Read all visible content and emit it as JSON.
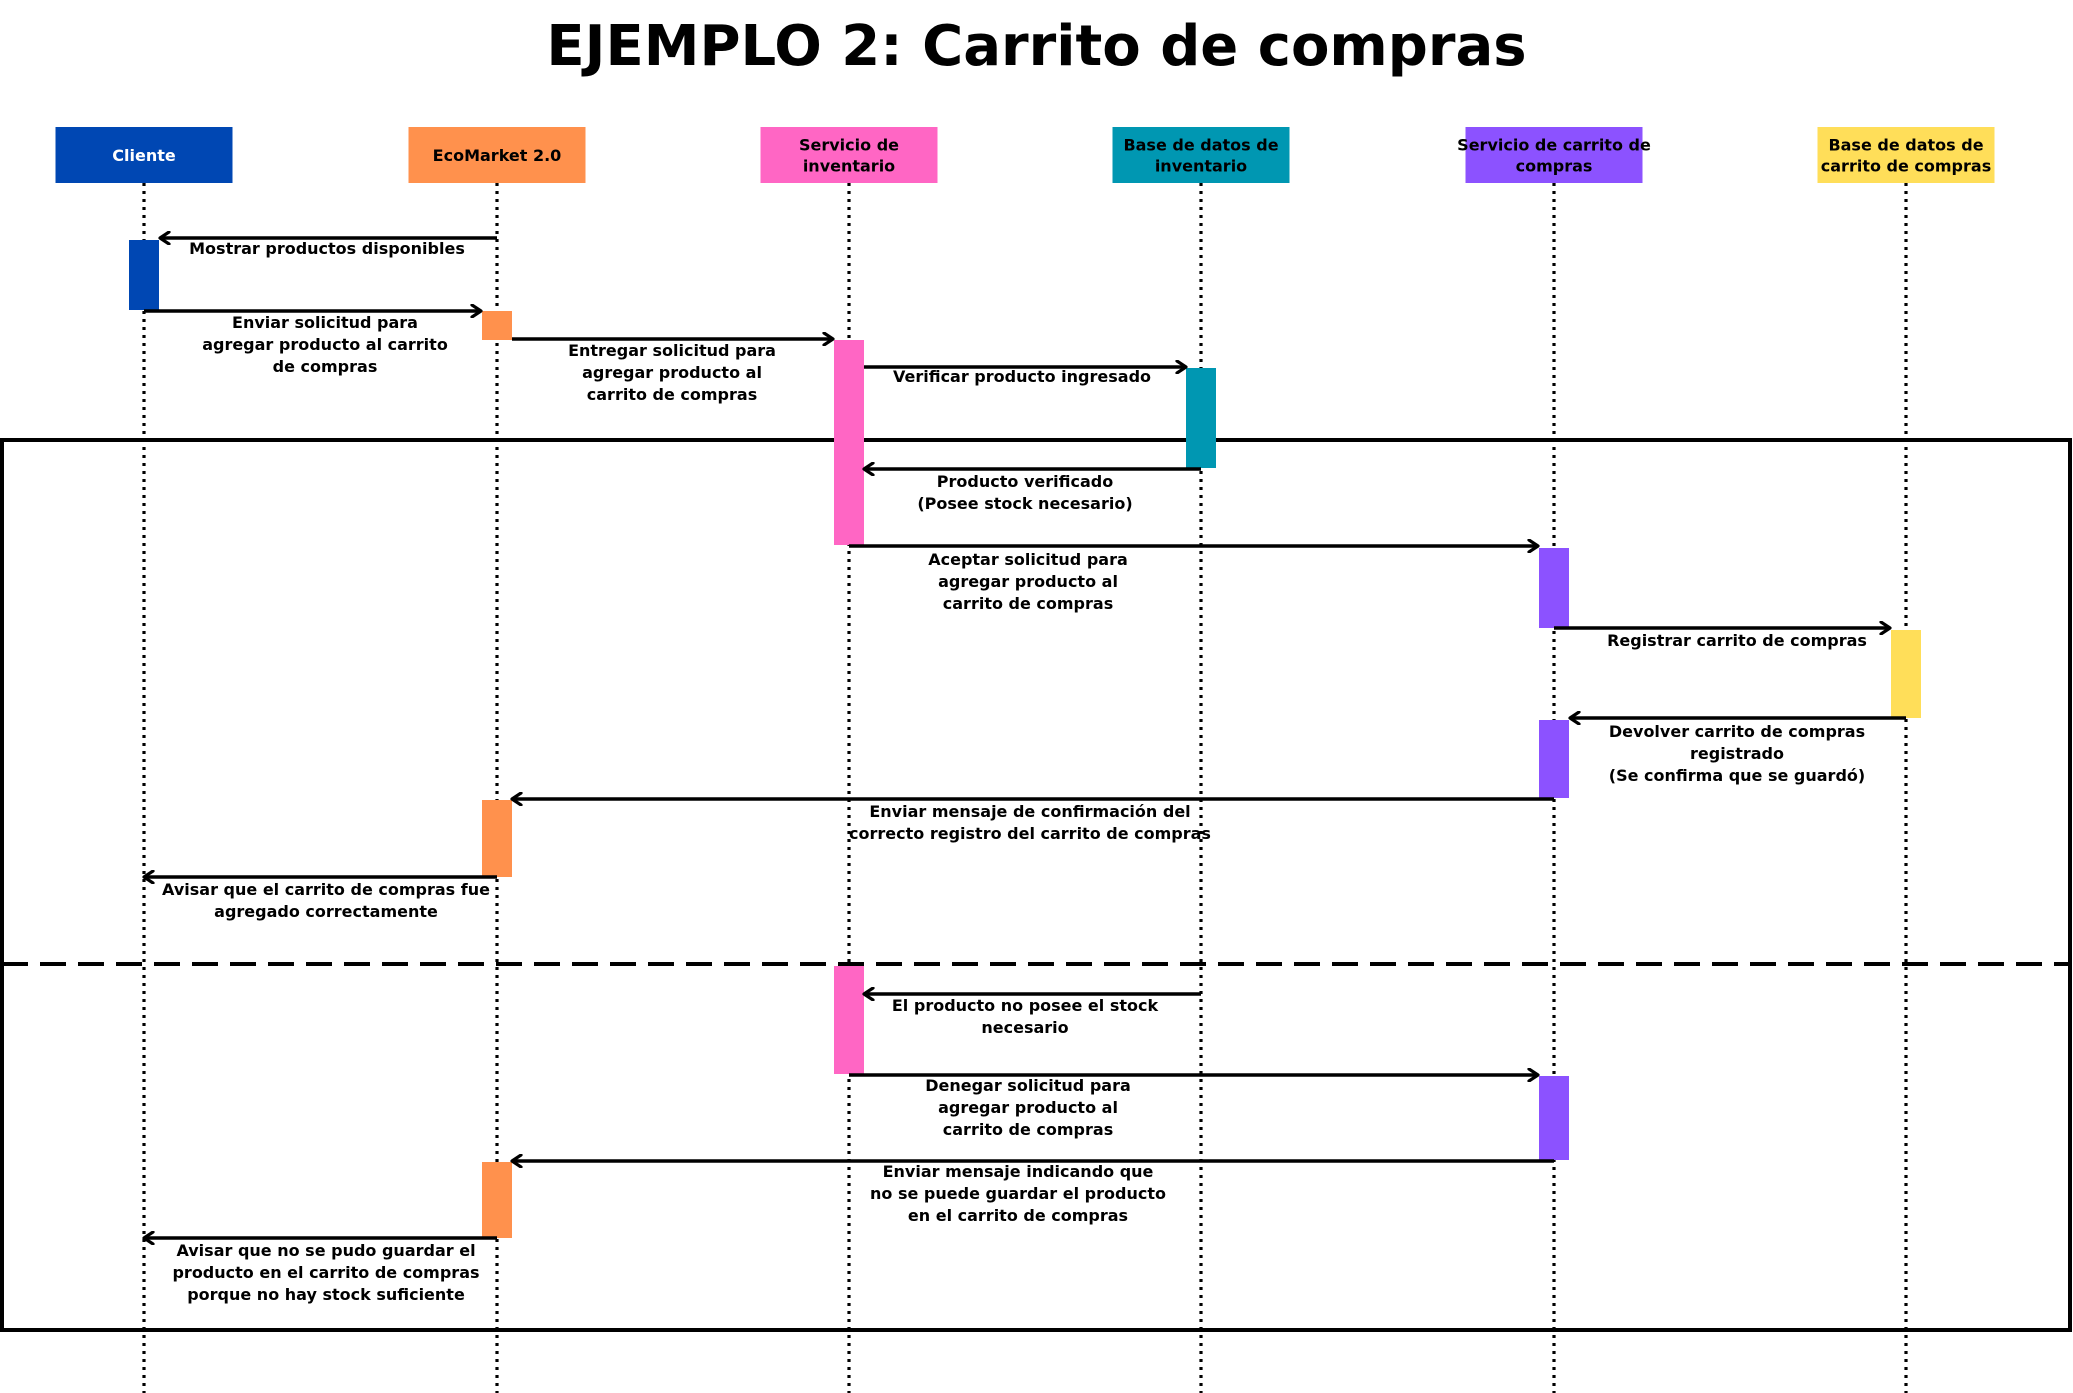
{
  "title": "EJEMPLO 2: Carrito de compras",
  "colors": {
    "cliente": "#0047B3",
    "ecomarket": "#FF914D",
    "inventario": "#FF66C4",
    "bd_inventario": "#0097B2",
    "carrito": "#8C52FF",
    "bd_carrito": "#FFDE59"
  },
  "participants": [
    {
      "id": "cliente",
      "lines": [
        "Cliente"
      ],
      "color": "#0047B3",
      "text_color": "#FFFFFF"
    },
    {
      "id": "ecomarket",
      "lines": [
        "EcoMarket 2.0"
      ],
      "color": "#FF914D",
      "text_color": "#000000"
    },
    {
      "id": "inventario",
      "lines": [
        "Servicio de",
        "inventario"
      ],
      "color": "#FF66C4",
      "text_color": "#000000"
    },
    {
      "id": "bd_inventario",
      "lines": [
        "Base de datos de",
        "inventario"
      ],
      "color": "#0097B2",
      "text_color": "#000000"
    },
    {
      "id": "carrito",
      "lines": [
        "Servicio de carrito de",
        "compras"
      ],
      "color": "#8C52FF",
      "text_color": "#000000"
    },
    {
      "id": "bd_carrito",
      "lines": [
        "Base de datos de",
        "carrito de compras"
      ],
      "color": "#FFDE59",
      "text_color": "#000000"
    }
  ],
  "messages": [
    {
      "from": "ecomarket",
      "to": "cliente",
      "lines": [
        "Mostrar productos disponibles"
      ]
    },
    {
      "from": "cliente",
      "to": "ecomarket",
      "lines": [
        "Enviar solicitud para",
        "agregar producto al carrito",
        "de compras"
      ]
    },
    {
      "from": "ecomarket",
      "to": "inventario",
      "lines": [
        "Entregar solicitud para",
        "agregar producto al",
        "carrito de compras"
      ]
    },
    {
      "from": "inventario",
      "to": "bd_inventario",
      "lines": [
        "Verificar producto ingresado"
      ]
    },
    {
      "from": "bd_inventario",
      "to": "inventario",
      "lines": [
        "Producto verificado",
        "(Posee stock necesario)"
      ]
    },
    {
      "from": "inventario",
      "to": "carrito",
      "lines": [
        "Aceptar solicitud para",
        "agregar producto al",
        "carrito de compras"
      ]
    },
    {
      "from": "carrito",
      "to": "bd_carrito",
      "lines": [
        "Registrar carrito de compras"
      ]
    },
    {
      "from": "bd_carrito",
      "to": "carrito",
      "lines": [
        "Devolver carrito de compras",
        "registrado",
        "(Se confirma que se guardó)"
      ]
    },
    {
      "from": "carrito",
      "to": "ecomarket",
      "lines": [
        "Enviar mensaje de confirmación del",
        "correcto registro del carrito  de compras"
      ]
    },
    {
      "from": "ecomarket",
      "to": "cliente",
      "lines": [
        "Avisar que el carrito de compras fue",
        "agregado correctamente"
      ]
    },
    {
      "from": "bd_inventario",
      "to": "inventario",
      "lines": [
        "El producto no posee el stock",
        "necesario"
      ]
    },
    {
      "from": "inventario",
      "to": "carrito",
      "lines": [
        "Denegar solicitud para",
        "agregar producto al",
        "carrito de compras"
      ]
    },
    {
      "from": "carrito",
      "to": "ecomarket",
      "lines": [
        "Enviar mensaje indicando que",
        "no se puede guardar el producto",
        "en el carrito de compras"
      ]
    },
    {
      "from": "ecomarket",
      "to": "cliente",
      "lines": [
        "Avisar que no se pudo guardar el",
        "producto en el carrito de compras",
        "porque no hay stock suficiente"
      ]
    }
  ]
}
